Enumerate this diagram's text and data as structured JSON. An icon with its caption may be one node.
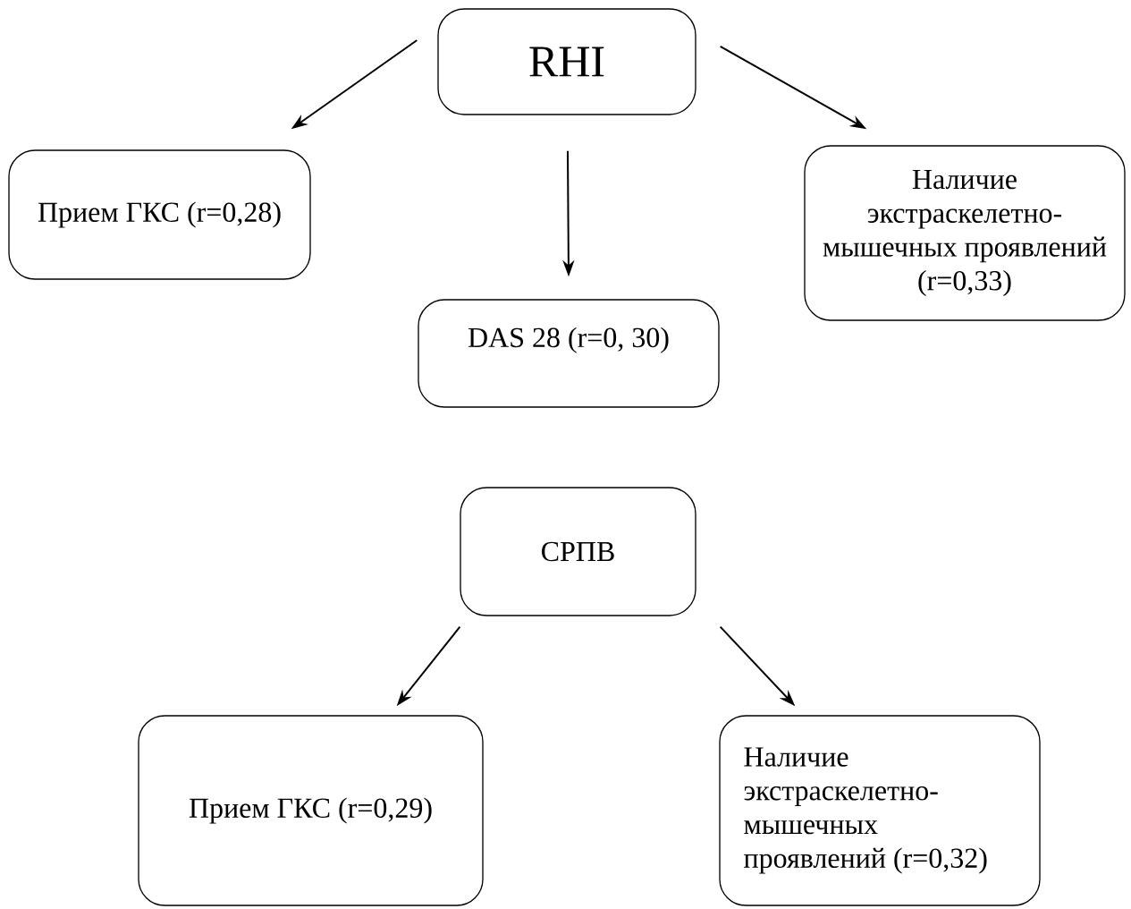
{
  "diagram": {
    "nodes": [
      {
        "text": [
          "RHI"
        ]
      },
      {
        "text": [
          "Прием ГКС (r=0,28)"
        ]
      },
      {
        "text": [
          "DAS 28 (r=0, 30)"
        ]
      },
      {
        "text": [
          "Наличие экстраскелетно-мышечных проявлений (r=0,33)"
        ]
      },
      {
        "text": [
          "СРПВ"
        ]
      },
      {
        "text": [
          "Прием ГКС (r=0,29)"
        ]
      },
      {
        "text": [
          "Наличие экстраскелетно-мышечных проявлений (r=0,32)"
        ]
      }
    ],
    "edges": [
      {
        "from": 0,
        "to": 1,
        "arrow": "to"
      },
      {
        "from": 0,
        "to": 2,
        "arrow": "to"
      },
      {
        "from": 0,
        "to": 3,
        "arrow": "to"
      },
      {
        "from": 4,
        "to": 5,
        "arrow": "to"
      },
      {
        "from": 4,
        "to": 6,
        "arrow": "to"
      }
    ]
  }
}
